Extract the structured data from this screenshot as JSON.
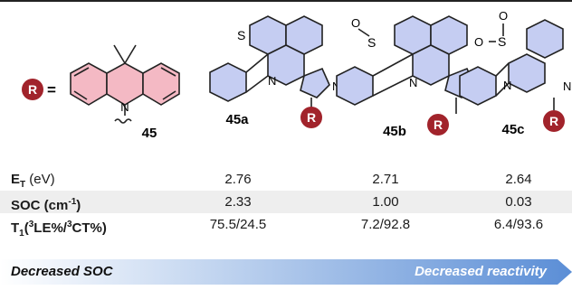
{
  "scheme": {
    "r_symbol": "R",
    "equals": "=",
    "n_atom": "N",
    "s_atom": "S",
    "o_atom": "O",
    "compounds": [
      {
        "label": "45"
      },
      {
        "label": "45a"
      },
      {
        "label": "45b"
      },
      {
        "label": "45c"
      }
    ]
  },
  "table": {
    "rows": [
      {
        "label": "E",
        "label_sub": "T",
        "label_rest": " (eV)",
        "values": [
          "2.76",
          "2.71",
          "2.64"
        ]
      },
      {
        "label": "SOC (cm",
        "label_sup": "-1",
        "label_rest": ")",
        "values": [
          "2.33",
          "1.00",
          "0.03"
        ]
      },
      {
        "label": "T",
        "label_sub": "1",
        "label_mid": "(",
        "label_sup": "3",
        "label_mid2": "LE%/",
        "label_sup2": "3",
        "label_rest": "CT%)",
        "values": [
          "75.5/24.5",
          "7.2/92.8",
          "6.4/93.6"
        ]
      }
    ]
  },
  "arrow": {
    "left_text": "Decreased SOC",
    "right_text": "Decreased reactivity"
  },
  "colors": {
    "acridan_fill": "#f4b9c4",
    "ring_fill": "#c5cdf2",
    "r_badge": "#a1232b",
    "arrow_start": "#ffffff",
    "arrow_end": "#5b8ed6"
  }
}
